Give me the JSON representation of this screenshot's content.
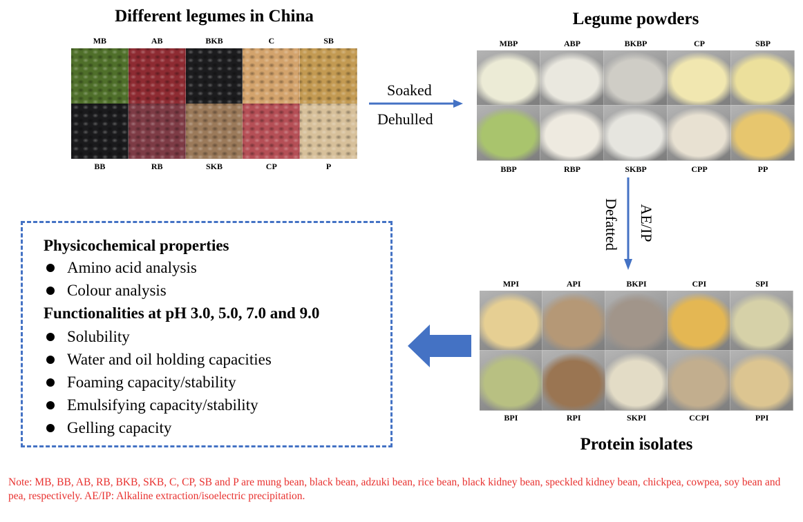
{
  "legumes": {
    "title": "Different legumes in China",
    "top_labels": [
      "MB",
      "AB",
      "BKB",
      "C",
      "SB"
    ],
    "bottom_labels": [
      "BB",
      "RB",
      "SKB",
      "CP",
      "P"
    ],
    "colors": [
      "#4f6f2a",
      "#8e2b32",
      "#1c1c1e",
      "#d3a36c",
      "#c39a52",
      "#1a1a1c",
      "#7d3b45",
      "#9b7a5a",
      "#b54f56",
      "#d7c09a"
    ]
  },
  "process1": {
    "top": "Soaked",
    "bottom": "Dehulled"
  },
  "powders": {
    "title": "Legume powders",
    "top_labels": [
      "MBP",
      "ABP",
      "BKBP",
      "CP",
      "SBP"
    ],
    "bottom_labels": [
      "BBP",
      "RBP",
      "SKBP",
      "CPP",
      "PP"
    ],
    "colors": [
      "#ecebd6",
      "#eae8df",
      "#cfcdc6",
      "#f1e7b0",
      "#ece09c",
      "#a9c46d",
      "#eeeae0",
      "#e6e5df",
      "#e8e1d2",
      "#e7c66e"
    ]
  },
  "process2": {
    "right": "AE/IP",
    "left": "Defatted"
  },
  "isolates": {
    "title": "Protein isolates",
    "top_labels": [
      "MPI",
      "API",
      "BKPI",
      "CPI",
      "SPI"
    ],
    "bottom_labels": [
      "BPI",
      "RPI",
      "SKPI",
      "CCPI",
      "PPI"
    ],
    "colors": [
      "#e6cf93",
      "#b59876",
      "#a1958a",
      "#e4b753",
      "#d6d1a8",
      "#b8c082",
      "#9a7552",
      "#e3dcc6",
      "#c2ae8e",
      "#dcc591"
    ]
  },
  "properties": {
    "heading1": "Physicochemical properties",
    "items1": [
      "Amino acid analysis",
      "Colour analysis"
    ],
    "heading2": "Functionalities at pH 3.0, 5.0, 7.0 and 9.0",
    "items2": [
      "Solubility",
      "Water and oil holding capacities",
      "Foaming capacity/stability",
      "Emulsifying capacity/stability",
      "Gelling capacity"
    ]
  },
  "accent_color": "#4472C4",
  "note": "Note: MB, BB, AB, RB, BKB, SKB, C, CP, SB and P are mung bean, black bean, adzuki bean, rice bean, black kidney bean, speckled kidney bean, chickpea, cowpea, soy bean and pea, respectively. AE/IP: Alkaline extraction/isoelectric precipitation."
}
